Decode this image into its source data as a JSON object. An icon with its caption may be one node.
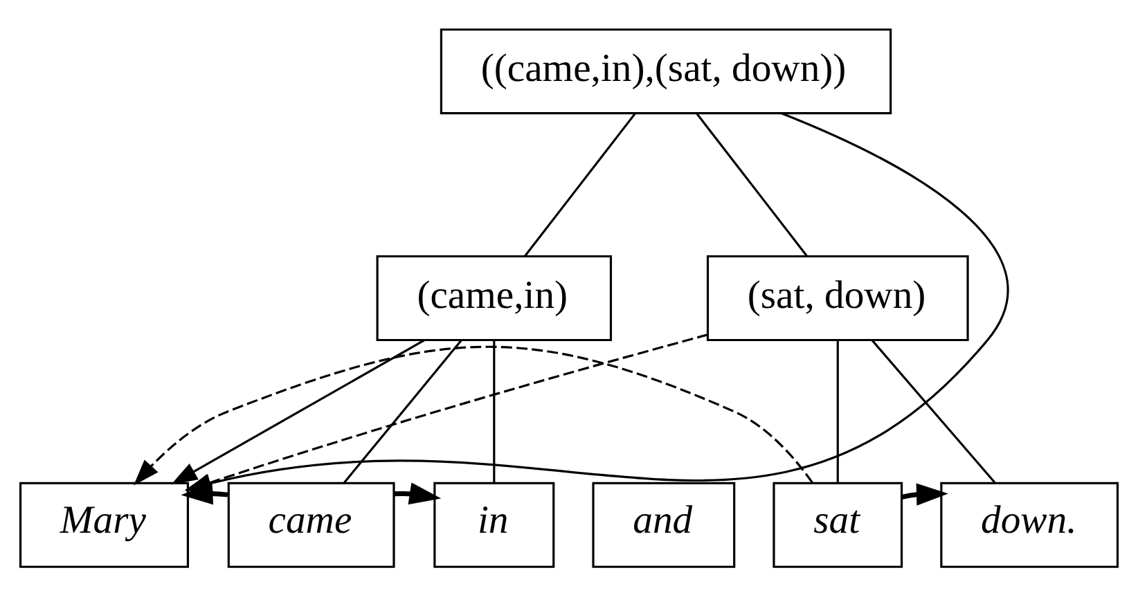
{
  "diagram": {
    "nodes": [
      {
        "text": [
          "((came,in),(sat, down))"
        ]
      },
      {
        "text": [
          "(came,in)"
        ]
      },
      {
        "text": [
          "(sat, down)"
        ]
      },
      {
        "text": [
          "Mary"
        ]
      },
      {
        "text": [
          "came"
        ]
      },
      {
        "text": [
          "in"
        ]
      },
      {
        "text": [
          "and"
        ]
      },
      {
        "text": [
          "sat"
        ]
      },
      {
        "text": [
          "down."
        ]
      }
    ],
    "edges": [
      {
        "from": 0,
        "to": 1,
        "arrow": "none"
      },
      {
        "from": 0,
        "to": 2,
        "arrow": "none"
      },
      {
        "from": 1,
        "to": 4,
        "arrow": "none"
      },
      {
        "from": 1,
        "to": 5,
        "arrow": "none"
      },
      {
        "from": 2,
        "to": 7,
        "arrow": "none"
      },
      {
        "from": 2,
        "to": 8,
        "arrow": "none"
      },
      {
        "from": 0,
        "to": 3,
        "arrow": "to"
      },
      {
        "from": 1,
        "to": 3,
        "arrow": "to"
      },
      {
        "from": 2,
        "to": 3,
        "arrow": "to",
        "style": "dashed"
      },
      {
        "from": 4,
        "to": 3,
        "arrow": "to",
        "style": "thick"
      },
      {
        "from": 4,
        "to": 5,
        "arrow": "to",
        "style": "thick"
      },
      {
        "from": 7,
        "to": 3,
        "arrow": "to",
        "style": "dashed"
      },
      {
        "from": 7,
        "to": 8,
        "arrow": "to",
        "style": "thick"
      }
    ]
  }
}
